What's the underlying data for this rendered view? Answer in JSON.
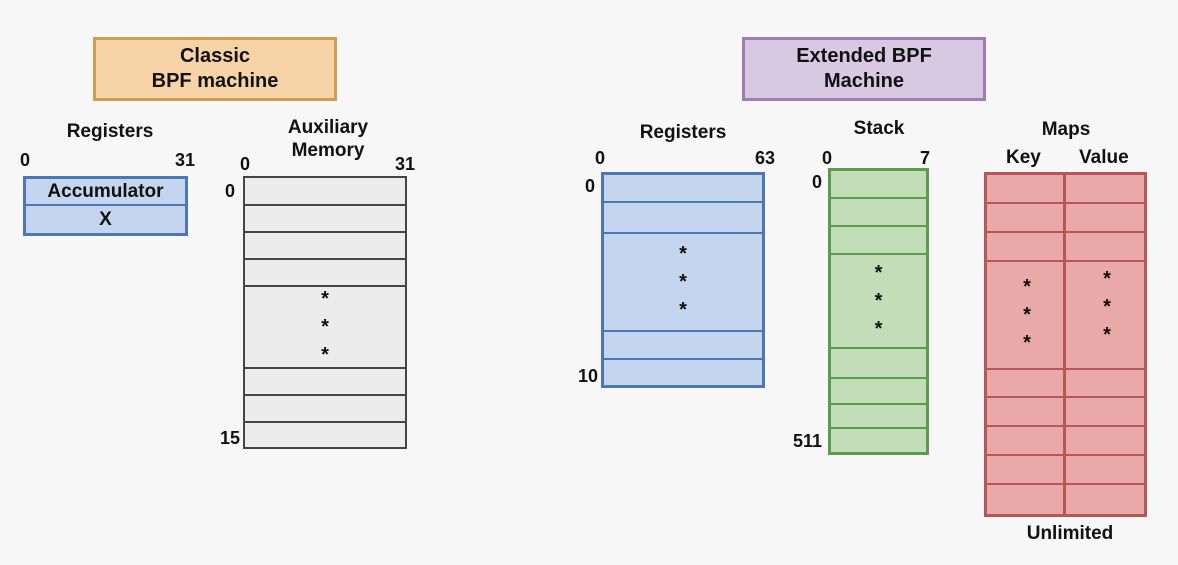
{
  "classic": {
    "title_line1": "Classic",
    "title_line2": "BPF machine",
    "registers": {
      "label": "Registers",
      "bit_low": "0",
      "bit_high": "31",
      "rows": [
        "Accumulator",
        "X"
      ]
    },
    "aux_memory": {
      "label_line1": "Auxiliary",
      "label_line2": "Memory",
      "bit_low": "0",
      "bit_high": "31",
      "index_first": "0",
      "index_last": "15"
    }
  },
  "extended": {
    "title_line1": "Extended BPF",
    "title_line2": "Machine",
    "registers": {
      "label": "Registers",
      "bit_low": "0",
      "bit_high": "63",
      "index_first": "0",
      "index_last": "10"
    },
    "stack": {
      "label": "Stack",
      "bit_low": "0",
      "bit_high": "7",
      "index_first": "0",
      "index_last": "511"
    },
    "maps": {
      "label": "Maps",
      "key_label": "Key",
      "value_label": "Value",
      "footer": "Unlimited"
    }
  },
  "ellipsis_glyph": "*",
  "colors": {
    "classic_title_fill": "#f6d4a8",
    "classic_title_border": "#d39b52",
    "ebpf_title_fill": "#d8c8e2",
    "ebpf_title_border": "#a07cb5",
    "register_fill": "#c4d6ef",
    "register_border": "#4d77b3",
    "aux_fill": "#ececec",
    "aux_border": "#454545",
    "stack_fill": "#c2ddb8",
    "stack_border": "#5b9b4d",
    "maps_fill": "#e8a9a8",
    "maps_border": "#b55757"
  }
}
